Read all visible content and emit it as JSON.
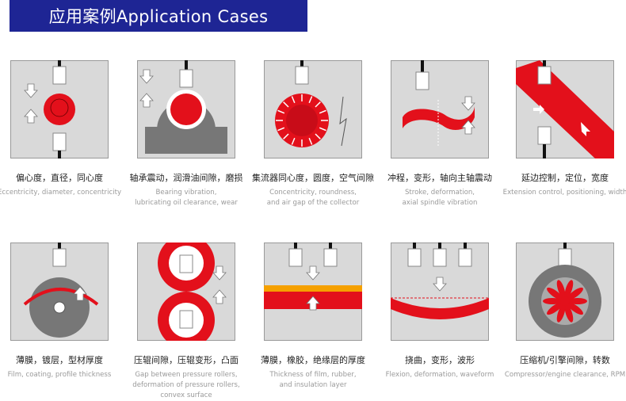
{
  "header": {
    "title": "应用案例Application Cases"
  },
  "cases": [
    {
      "title": "偏心度，直径，同心度",
      "subtitle": [
        "Eccentricity, diameter, concentricity"
      ]
    },
    {
      "title": "轴承震动，润滑油间隙，磨损",
      "subtitle": [
        "Bearing vibration,",
        "lubricating oil clearance, wear"
      ]
    },
    {
      "title": "集流器同心度，圆度，空气间隙",
      "subtitle": [
        "Concentricity, roundness,",
        "and air gap of the collector"
      ]
    },
    {
      "title": "冲程，变形，轴向主轴震动",
      "subtitle": [
        "Stroke, deformation,",
        "axial spindle vibration"
      ]
    },
    {
      "title": "延边控制，定位，宽度",
      "subtitle": [
        "Extension control, positioning, width"
      ]
    },
    {
      "title": "薄膜，镀层，型材厚度",
      "subtitle": [
        "Film, coating, profile thickness"
      ]
    },
    {
      "title": "压辊间隙，压辊变形，凸面",
      "subtitle": [
        "Gap between pressure rollers,",
        "deformation of pressure rollers,",
        "convex surface"
      ]
    },
    {
      "title": "薄膜，橡胶，绝缘层的厚度",
      "subtitle": [
        "Thickness of film, rubber,",
        "and insulation layer"
      ]
    },
    {
      "title": "挠曲，变形，波形",
      "subtitle": [
        "Flexion, deformation, waveform"
      ]
    },
    {
      "title": "压缩机/引擎间隙，转数",
      "subtitle": [
        "Compressor/engine clearance, RPM"
      ]
    }
  ],
  "colors": {
    "header": "#1e2594",
    "red": "#e3101b",
    "panel": "#d9d9d9"
  }
}
